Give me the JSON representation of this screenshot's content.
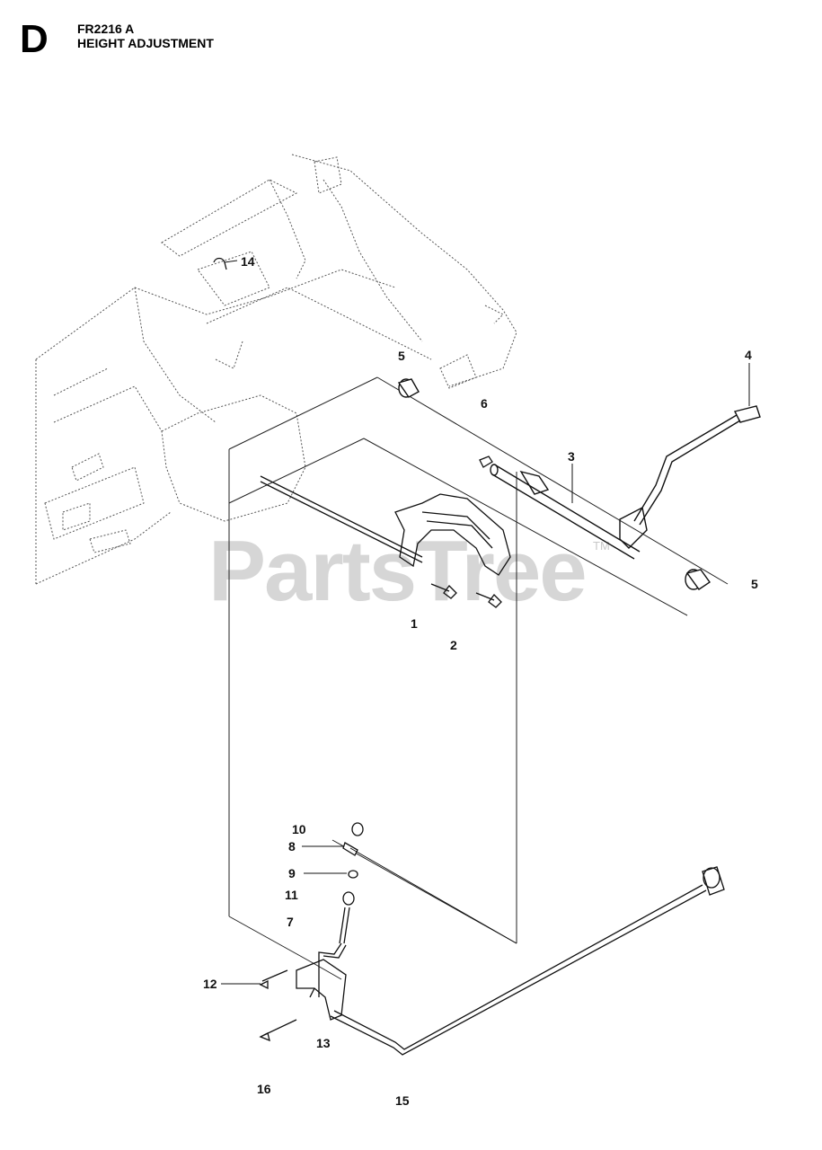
{
  "header": {
    "section_letter": "D",
    "model": "FR2216 A",
    "title": "HEIGHT ADJUSTMENT"
  },
  "watermark": {
    "text": "PartsTree",
    "trademark": "TM",
    "color": "#d6d6d6"
  },
  "callouts": [
    "14",
    "5",
    "4",
    "6",
    "3",
    "5",
    "1",
    "2",
    "10",
    "8",
    "9",
    "11",
    "7",
    "12",
    "13",
    "16",
    "15"
  ]
}
